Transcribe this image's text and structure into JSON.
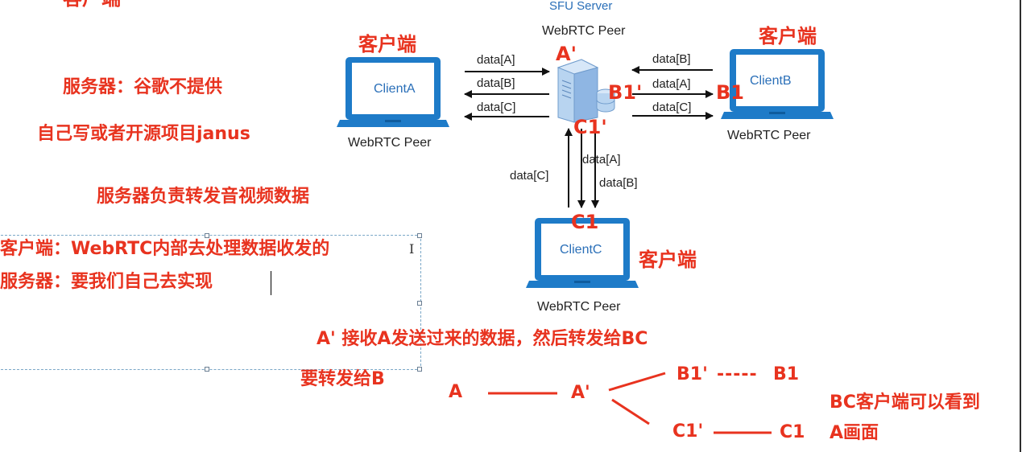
{
  "colors": {
    "annotation_red": "#e8331f",
    "laptop_blue": "#1e7bc8",
    "arrow_black": "#111111",
    "server_blue": "#9fc3ea"
  },
  "top_cut_text": "客户端",
  "server": {
    "title": "SFU Server",
    "peer": "WebRTC Peer",
    "icon": "server-icon"
  },
  "client_a": {
    "screen_label": "ClientA",
    "peer": "WebRTC Peer",
    "tag": "客户端",
    "arrows": [
      "data[A]",
      "data[B]",
      "data[C]"
    ]
  },
  "client_b": {
    "screen_label": "ClientB",
    "peer": "WebRTC Peer",
    "tag": "客户端",
    "arrows": [
      "data[B]",
      "data[A]",
      "data[C]"
    ]
  },
  "client_c": {
    "screen_label": "ClientC",
    "peer": "WebRTC Peer",
    "tag": "客户端",
    "arrows": [
      "data[C]",
      "data[A]",
      "data[B]"
    ]
  },
  "port_labels": {
    "a_prime": "A'",
    "b1_prime": "B1'",
    "b1": "B1",
    "c1_prime": "C1'",
    "c1": "C1"
  },
  "notes": {
    "server_line": "服务器：谷歌不提供",
    "self_write": "自己写或者开源项目janus",
    "server_forward": "服务器负责转发音视频数据",
    "textbox_line1": "客户端：WebRTC内部去处理数据收发的",
    "textbox_line2": "服务器：要我们自己去实现",
    "a_prime_desc": "A' 接收A发送过来的数据，然后转发给BC",
    "forward_to_b": "要转发给B",
    "bc_see_line1": "BC客户端可以看到",
    "bc_see_line2": "A画面"
  },
  "flow": {
    "a": "A",
    "a_prime": "A'",
    "b1_prime": "B1'",
    "b1": "B1",
    "c1_prime": "C1'",
    "c1": "C1",
    "dashes": "-----"
  },
  "text_cursor": "I"
}
